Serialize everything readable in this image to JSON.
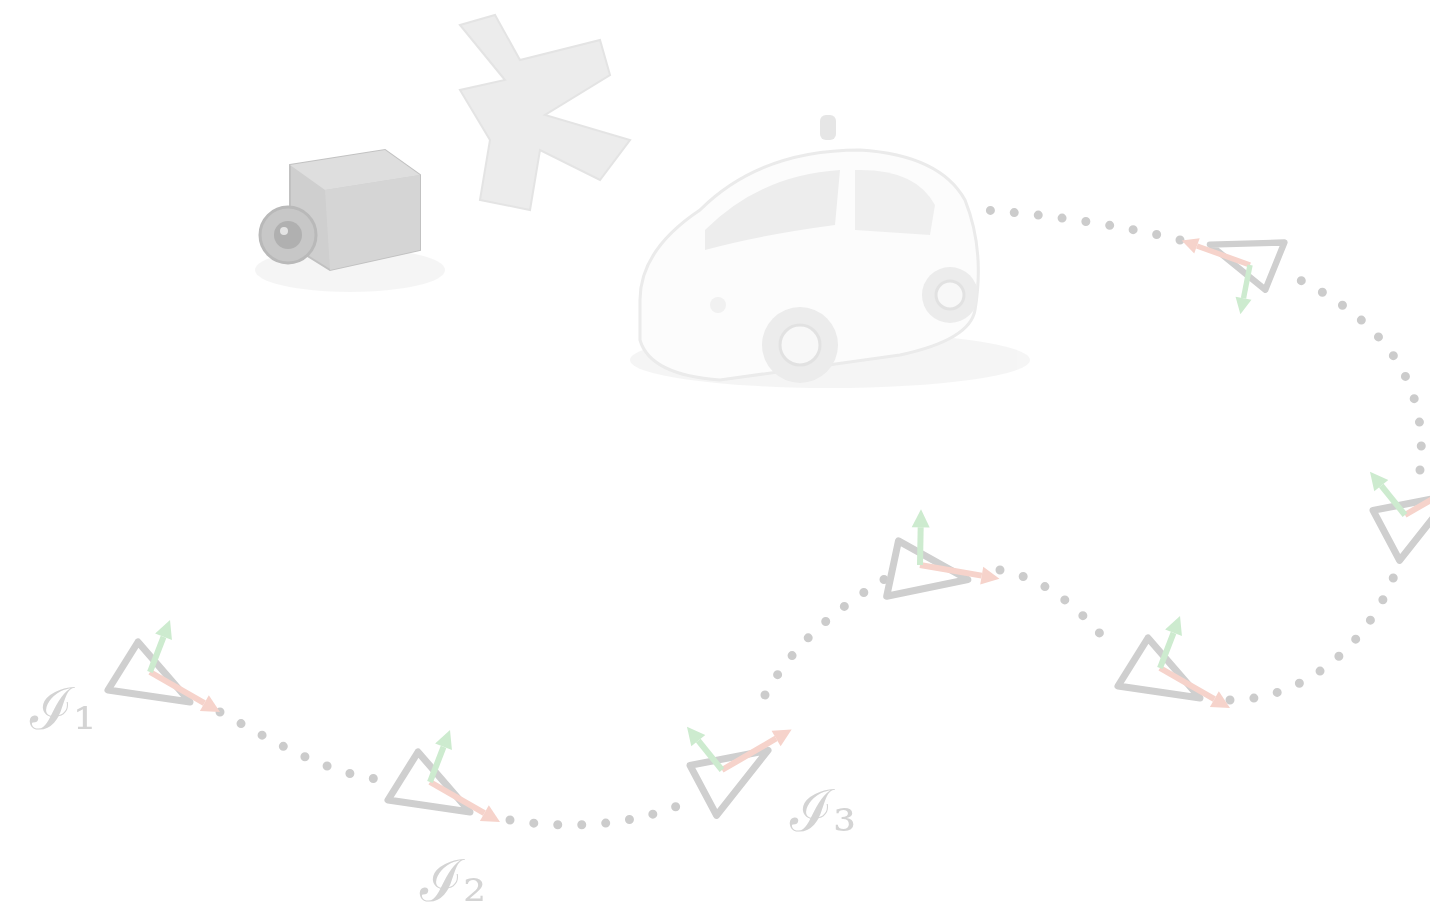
{
  "diagram": {
    "labels": [
      "ℐ₁",
      "ℐ₂",
      "ℐ₃"
    ]
  }
}
